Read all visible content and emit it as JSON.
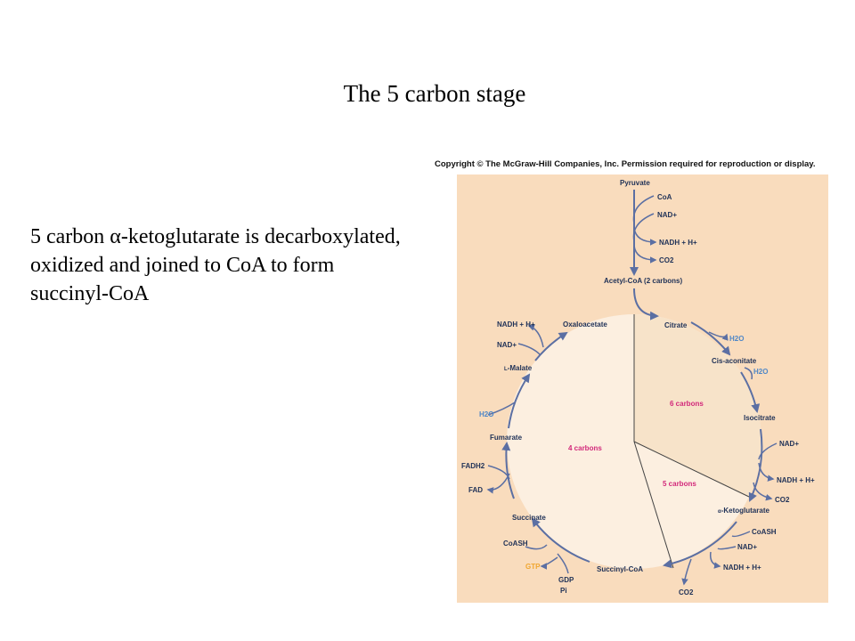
{
  "slide": {
    "title": "The 5 carbon stage",
    "body": "5 carbon α-ketoglutarate is decarboxylated, oxidized and joined to CoA to form succinyl-CoA"
  },
  "figure": {
    "copyright": "Copyright © The McGraw-Hill Companies, Inc. Permission required for reproduction or display.",
    "colors": {
      "panel": "#f9dcbd",
      "circle": "#fcefe0",
      "wedge": "#f7e3c9",
      "arrow": "#5b6fa3",
      "magenta": "#d2287a",
      "gtp": "#f0a630",
      "h2o": "#4f87c7"
    },
    "molecules": {
      "pyruvate": "Pyruvate",
      "acetyl_coa": "Acetyl-CoA (2 carbons)",
      "citrate": "Citrate",
      "cis_aconitate": "Cis-aconitate",
      "isocitrate": "Isocitrate",
      "ketoglutarate_prefix": "α",
      "ketoglutarate": "-Ketoglutarate",
      "succinyl_coa": "Succinyl-CoA",
      "succinate": "Succinate",
      "fumarate": "Fumarate",
      "malate_prefix": "L",
      "malate": "-Malate",
      "oxaloacetate": "Oxaloacetate"
    },
    "cofactors": {
      "coa": "CoA",
      "nad_top": "NAD+",
      "nadh_top": "NADH + H+",
      "co2_top": "CO2",
      "h2o_1": "H2O",
      "h2o_2": "H2O",
      "nad_iso": "NAD+",
      "nadh_iso": "NADH + H+",
      "co2_iso": "CO2",
      "coash_akg": "CoASH",
      "nad_akg": "NAD+",
      "nadh_akg": "NADH + H+",
      "co2_akg": "CO2",
      "coash_suc": "CoASH",
      "gtp": "GTP",
      "gdp": "GDP",
      "pi": "Pi",
      "fadh2": "FADH2",
      "fad": "FAD",
      "h2o_fum": "H2O",
      "nad_mal": "NAD+",
      "nadh_mal": "NADH + H+"
    },
    "regions": {
      "six": "6 carbons",
      "five": "5 carbons",
      "four": "4 carbons"
    }
  }
}
